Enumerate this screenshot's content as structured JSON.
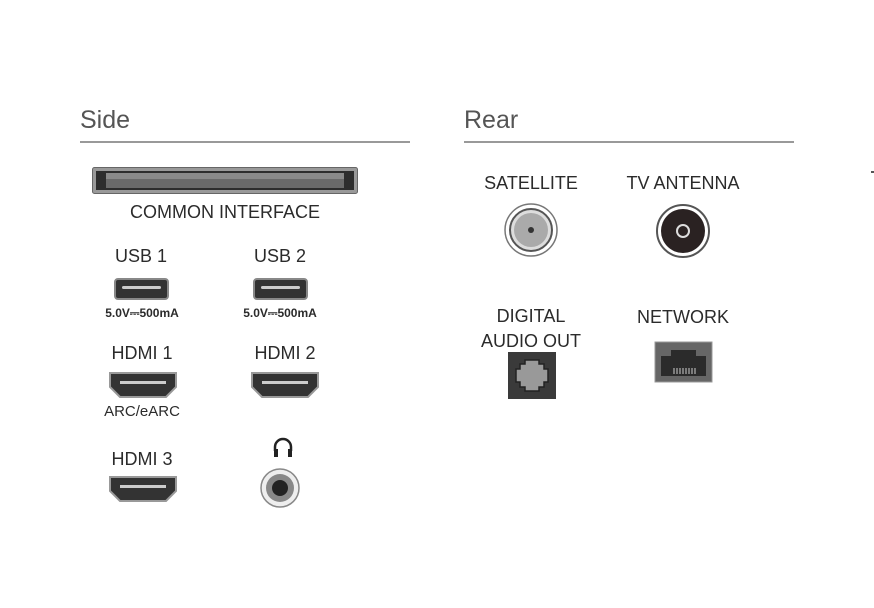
{
  "side": {
    "heading": "Side",
    "common_interface": "COMMON INTERFACE",
    "usb1": {
      "label": "USB 1",
      "spec": "5.0V⎓500mA"
    },
    "usb2": {
      "label": "USB 2",
      "spec": "5.0V⎓500mA"
    },
    "hdmi1": {
      "label": "HDMI 1",
      "note": "ARC/eARC"
    },
    "hdmi2": {
      "label": "HDMI 2"
    },
    "hdmi3": {
      "label": "HDMI 3"
    },
    "headphone_icon": "headphones-icon"
  },
  "rear": {
    "heading": "Rear",
    "satellite": "SATELLITE",
    "tv_antenna": "TV ANTENNA",
    "digital_audio_line1": "DIGITAL",
    "digital_audio_line2": "AUDIO OUT",
    "network": "NETWORK"
  }
}
